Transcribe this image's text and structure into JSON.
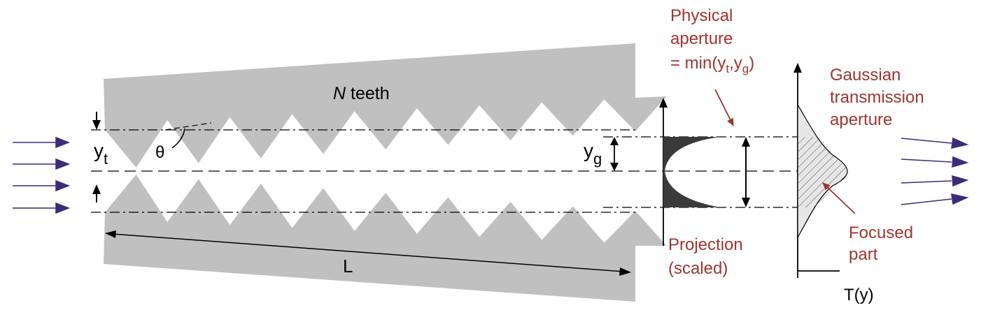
{
  "labels": {
    "n_teeth_italic": "N",
    "n_teeth_rest": " teeth",
    "yt_main": "y",
    "yt_sub": "t",
    "theta": "θ",
    "yg_main": "y",
    "yg_sub": "g",
    "length": "L",
    "physical_line1": "Physical",
    "physical_line2": "aperture",
    "physical_line3_a": "= min(y",
    "physical_line3_sub1": "t",
    "physical_line3_b": ",y",
    "physical_line3_sub2": "g",
    "physical_line3_c": ")",
    "projection_line1": "Projection",
    "projection_line2": "(scaled)",
    "gaussian_line1": "Gaussian",
    "gaussian_line2": "transmission",
    "gaussian_line3": "aperture",
    "focused_line1": "Focused",
    "focused_line2": "part",
    "t_axis": "T(y)"
  },
  "colors": {
    "teeth": "#c0c0c0",
    "annotation": "#a0352e",
    "beam_arrow": "#3d2a7a",
    "projection_fill": "#3a3a3a",
    "gaussian_fill": "#e6e6e6"
  },
  "teeth_count_per_row": 8
}
